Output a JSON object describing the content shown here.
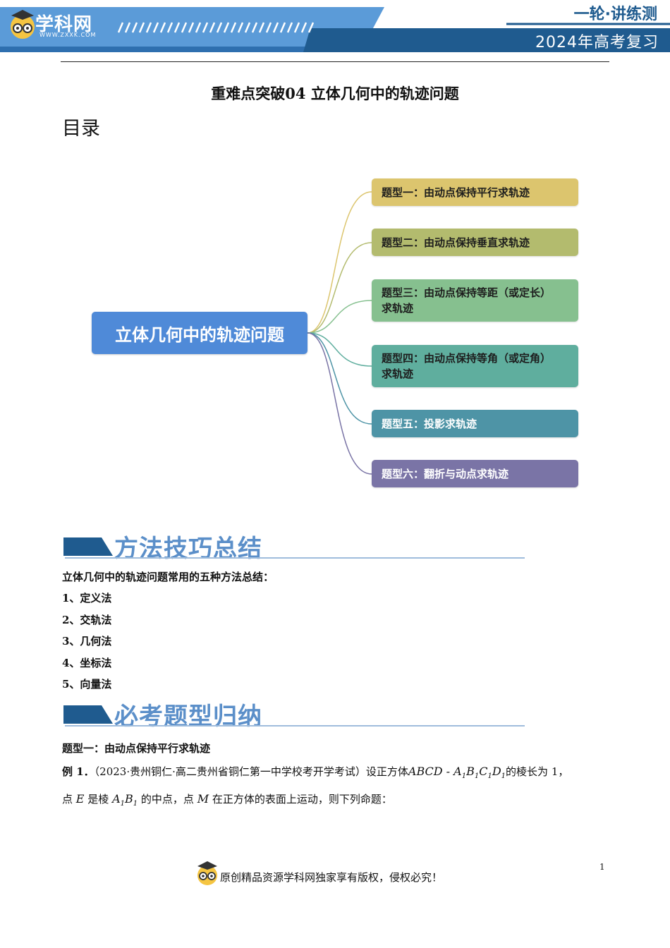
{
  "header": {
    "logo_name": "学科网",
    "logo_url": "WWW.ZXXK.COM",
    "series": "一轮·讲练测",
    "year": "2024年高考复习"
  },
  "doc_title": "重难点突破04 立体几何中的轨迹问题",
  "toc_heading": "目录",
  "mindmap": {
    "root": "立体几何中的轨迹问题",
    "nodes": [
      {
        "line1": "题型一：由动点保持平行求轨迹",
        "line2": "",
        "color": "#dcc56e"
      },
      {
        "line1": "题型二：由动点保持垂直求轨迹",
        "line2": "",
        "color": "#b3bb6e"
      },
      {
        "line1": "题型三：由动点保持等距（或定长）",
        "line2": "求轨迹",
        "color": "#86c08f"
      },
      {
        "line1": "题型四：由动点保持等角（或定角）",
        "line2": "求轨迹",
        "color": "#5fae9e"
      },
      {
        "line1": "题型五：投影求轨迹",
        "line2": "",
        "color": "#4e94a6"
      },
      {
        "line1": "题型六：翻折与动点求轨迹",
        "line2": "",
        "color": "#7a74a6"
      }
    ]
  },
  "section1": {
    "title": "方法技巧总结",
    "intro": "立体几何中的轨迹问题常用的五种方法总结：",
    "items": [
      "1、定义法",
      "2、交轨法",
      "3、几何法",
      "4、坐标法",
      "5、向量法"
    ]
  },
  "section2": {
    "title": "必考题型归纳",
    "type_heading": "题型一：由动点保持平行求轨迹",
    "example_label": "例 1．",
    "example_text_a": "（2023·贵州铜仁·高二贵州省铜仁第一中学校考开学考试）设正方体",
    "cube_name": "ABCD - A",
    "cube_b": "B",
    "cube_c": "C",
    "cube_d": "D",
    "sub1": "1",
    "example_text_b": "的棱长为 1，",
    "line2_a": "点",
    "point_e": "E",
    "line2_b": "是棱",
    "edge_a": "A",
    "edge_b": "B",
    "line2_c": "的中点，点",
    "point_m": "M",
    "line2_d": "在正方体的表面上运动，则下列命题："
  },
  "footer": {
    "copyright": "原创精品资源学科网独家享有版权，侵权必究！",
    "page": "1"
  }
}
